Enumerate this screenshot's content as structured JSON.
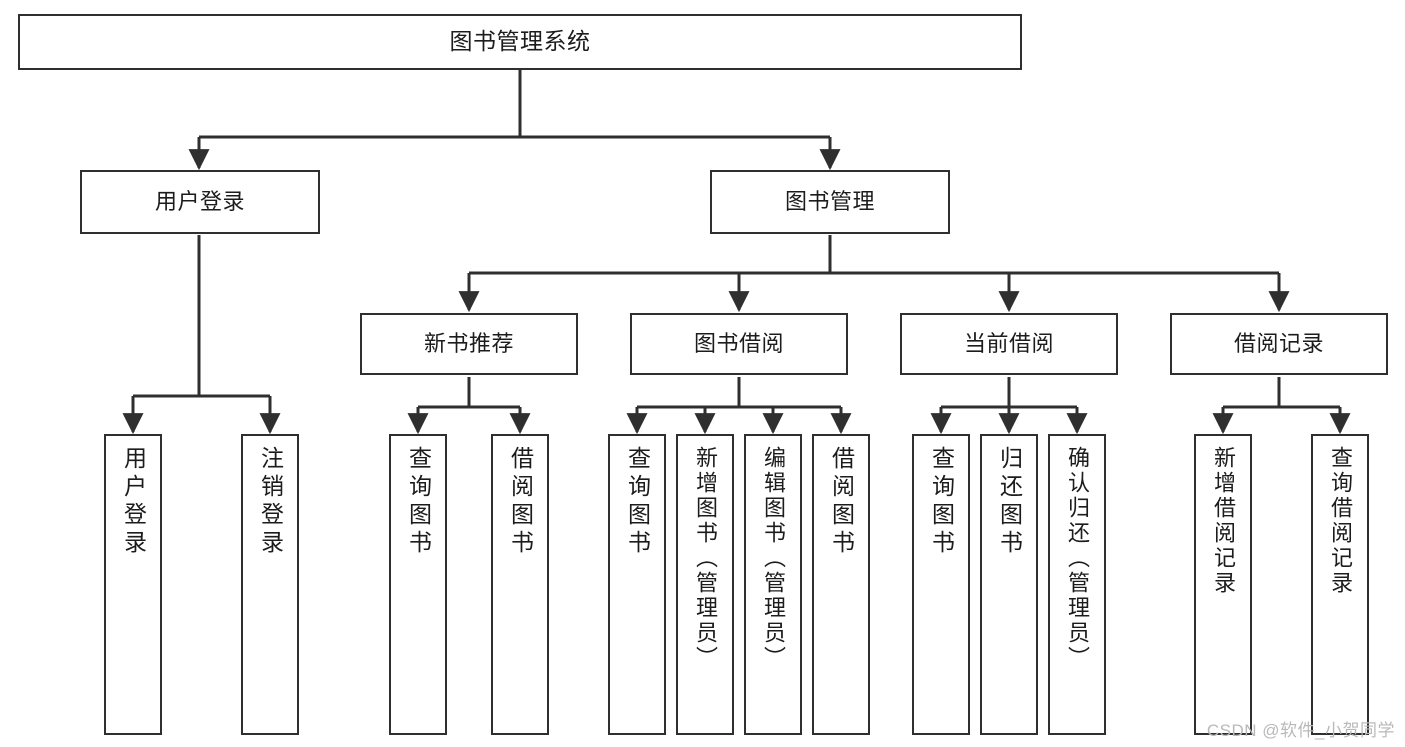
{
  "diagram": {
    "title": "图书管理系统",
    "type": "tree",
    "colors": {
      "background": "#ffffff",
      "node_border": "#2f2f2f",
      "node_fill": "#ffffff",
      "text": "#1c1c1c",
      "edge": "#2f2f2f",
      "watermark": "#b9b9b9"
    },
    "nodes": {
      "root": {
        "label": "图书管理系统"
      },
      "user_login": {
        "label": "用户登录"
      },
      "book_manage": {
        "label": "图书管理"
      },
      "new_book_rec": {
        "label": "新书推荐"
      },
      "book_borrow": {
        "label": "图书借阅"
      },
      "current_borrow": {
        "label": "当前借阅"
      },
      "borrow_record": {
        "label": "借阅记录"
      },
      "leaf_user_login": {
        "label": "用户登录"
      },
      "leaf_user_logout": {
        "label": "注销登录"
      },
      "leaf_query_book_1": {
        "label": "查询图书"
      },
      "leaf_borrow_book_1": {
        "label": "借阅图书"
      },
      "leaf_query_book_2": {
        "label": "查询图书"
      },
      "leaf_add_book": {
        "label": "新增图书（管理员）"
      },
      "leaf_edit_book": {
        "label": "编辑图书（管理员）"
      },
      "leaf_borrow_book_2": {
        "label": "借阅图书"
      },
      "leaf_query_book_3": {
        "label": "查询图书"
      },
      "leaf_return_book": {
        "label": "归还图书"
      },
      "leaf_confirm_return": {
        "label": "确认归还（管理员）"
      },
      "leaf_add_record": {
        "label": "新增借阅记录"
      },
      "leaf_query_record": {
        "label": "查询借阅记录"
      }
    },
    "watermark": "CSDN @软件_小贺同学"
  }
}
